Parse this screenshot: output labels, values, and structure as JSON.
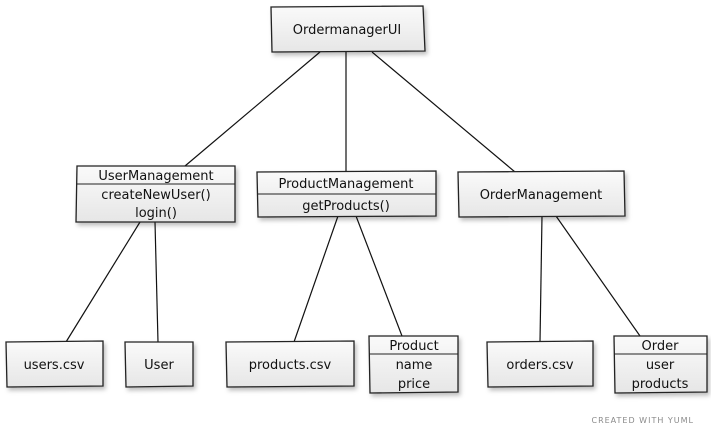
{
  "diagram": {
    "nodes": {
      "ordermanager_ui": {
        "title": "OrdermanagerUI",
        "members": []
      },
      "user_management": {
        "title": "UserManagement",
        "members": [
          "createNewUser()",
          "login()"
        ]
      },
      "product_management": {
        "title": "ProductManagement",
        "members": [
          "getProducts()"
        ]
      },
      "order_management": {
        "title": "OrderManagement",
        "members": []
      },
      "users_csv": {
        "title": "users.csv",
        "members": []
      },
      "user": {
        "title": "User",
        "members": []
      },
      "products_csv": {
        "title": "products.csv",
        "members": []
      },
      "product": {
        "title": "Product",
        "members": [
          "name",
          "price"
        ]
      },
      "orders_csv": {
        "title": "orders.csv",
        "members": []
      },
      "order": {
        "title": "Order",
        "members": [
          "user",
          "products"
        ]
      }
    },
    "edges": [
      [
        "ordermanager_ui",
        "user_management"
      ],
      [
        "ordermanager_ui",
        "product_management"
      ],
      [
        "ordermanager_ui",
        "order_management"
      ],
      [
        "user_management",
        "users_csv"
      ],
      [
        "user_management",
        "user"
      ],
      [
        "product_management",
        "products_csv"
      ],
      [
        "product_management",
        "product"
      ],
      [
        "order_management",
        "orders_csv"
      ],
      [
        "order_management",
        "order"
      ]
    ]
  },
  "footer": {
    "credit": "CREATED WITH YUML"
  }
}
